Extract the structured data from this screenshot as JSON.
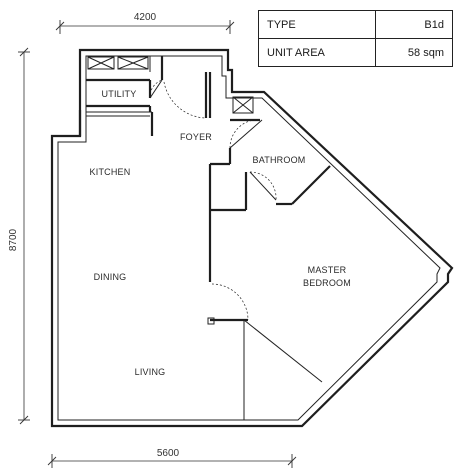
{
  "info_table": {
    "type_label": "TYPE",
    "type_value": "B1d",
    "area_label": "UNIT AREA",
    "area_value": "58 sqm"
  },
  "dimensions": {
    "top": "4200",
    "bottom": "5600",
    "left": "8700"
  },
  "rooms": {
    "utility": "UTILITY",
    "foyer": "FOYER",
    "kitchen": "KITCHEN",
    "bathroom": "BATHROOM",
    "dining": "DINING",
    "master_bedroom_line1": "MASTER",
    "master_bedroom_line2": "BEDROOM",
    "living": "LIVING"
  }
}
